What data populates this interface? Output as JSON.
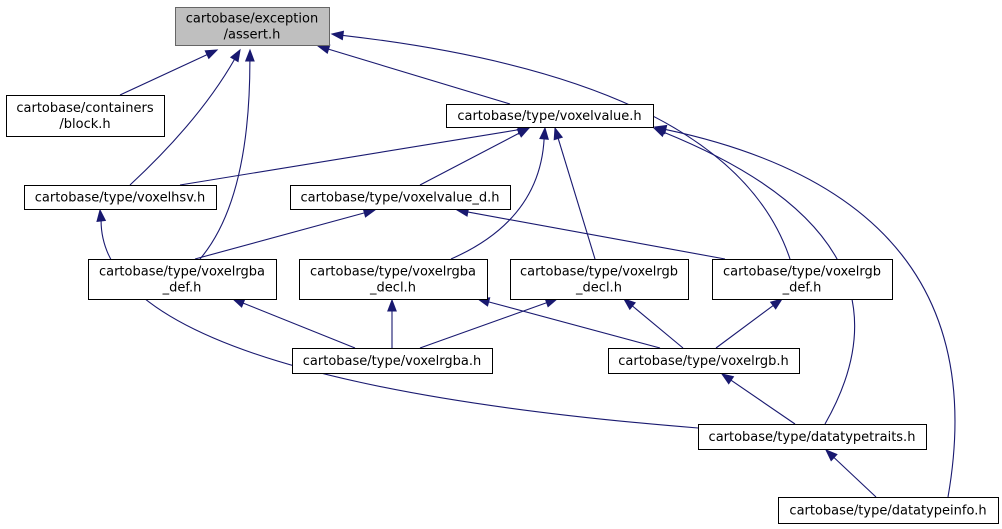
{
  "diagram": {
    "nodes": [
      {
        "id": "assert",
        "lines": [
          "cartobase/exception",
          "/assert.h"
        ],
        "highlight": true
      },
      {
        "id": "block",
        "lines": [
          "cartobase/containers",
          "/block.h"
        ]
      },
      {
        "id": "voxelvalue",
        "lines": [
          "cartobase/type/voxelvalue.h"
        ]
      },
      {
        "id": "voxelhsv",
        "lines": [
          "cartobase/type/voxelhsv.h"
        ]
      },
      {
        "id": "voxelvalue_d",
        "lines": [
          "cartobase/type/voxelvalue_d.h"
        ]
      },
      {
        "id": "voxelrgba_def",
        "lines": [
          "cartobase/type/voxelrgba",
          "_def.h"
        ]
      },
      {
        "id": "voxelrgba_decl",
        "lines": [
          "cartobase/type/voxelrgba",
          "_decl.h"
        ]
      },
      {
        "id": "voxelrgb_decl",
        "lines": [
          "cartobase/type/voxelrgb",
          "_decl.h"
        ]
      },
      {
        "id": "voxelrgb_def",
        "lines": [
          "cartobase/type/voxelrgb",
          "_def.h"
        ]
      },
      {
        "id": "voxelrgba",
        "lines": [
          "cartobase/type/voxelrgba.h"
        ]
      },
      {
        "id": "voxelrgb",
        "lines": [
          "cartobase/type/voxelrgb.h"
        ]
      },
      {
        "id": "datatypetraits",
        "lines": [
          "cartobase/type/datatypetraits.h"
        ]
      },
      {
        "id": "datatypeinfo",
        "lines": [
          "cartobase/type/datatypeinfo.h"
        ]
      }
    ],
    "edges": [
      {
        "from": "block",
        "to": "assert"
      },
      {
        "from": "voxelvalue",
        "to": "assert"
      },
      {
        "from": "voxelhsv",
        "to": "assert"
      },
      {
        "from": "voxelrgba_def",
        "to": "assert"
      },
      {
        "from": "voxelrgb_def",
        "to": "assert"
      },
      {
        "from": "voxelhsv",
        "to": "voxelvalue"
      },
      {
        "from": "voxelvalue_d",
        "to": "voxelvalue"
      },
      {
        "from": "voxelrgba_decl",
        "to": "voxelvalue"
      },
      {
        "from": "voxelrgb_decl",
        "to": "voxelvalue"
      },
      {
        "from": "datatypetraits",
        "to": "voxelvalue"
      },
      {
        "from": "datatypeinfo",
        "to": "voxelvalue"
      },
      {
        "from": "voxelrgba_def",
        "to": "voxelvalue_d"
      },
      {
        "from": "voxelrgb_def",
        "to": "voxelvalue_d"
      },
      {
        "from": "datatypetraits",
        "to": "voxelhsv"
      },
      {
        "from": "voxelrgba",
        "to": "voxelrgba_def"
      },
      {
        "from": "voxelrgba",
        "to": "voxelrgba_decl"
      },
      {
        "from": "voxelrgb",
        "to": "voxelrgba_decl"
      },
      {
        "from": "voxelrgba",
        "to": "voxelrgb_decl"
      },
      {
        "from": "voxelrgb",
        "to": "voxelrgb_decl"
      },
      {
        "from": "voxelrgb",
        "to": "voxelrgb_def"
      },
      {
        "from": "datatypetraits",
        "to": "voxelrgb"
      },
      {
        "from": "datatypeinfo",
        "to": "datatypetraits"
      }
    ]
  }
}
